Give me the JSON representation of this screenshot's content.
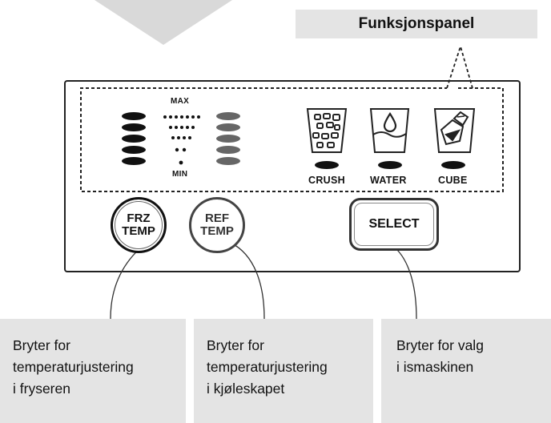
{
  "panel_title": "Funksjonspanel",
  "level_labels": {
    "max": "MAX",
    "min": "MIN"
  },
  "dispenser_modes": [
    {
      "label": "CRUSH",
      "icon": "crushed-ice-cup-icon"
    },
    {
      "label": "WATER",
      "icon": "water-glass-icon"
    },
    {
      "label": "CUBE",
      "icon": "ice-cube-glass-icon"
    }
  ],
  "buttons": {
    "frz": {
      "line1": "FRZ",
      "line2": "TEMP"
    },
    "ref": {
      "line1": "REF",
      "line2": "TEMP"
    },
    "select": "SELECT"
  },
  "descriptions": [
    {
      "lines": [
        "Bryter for",
        "temperaturjustering",
        "i fryseren"
      ]
    },
    {
      "lines": [
        "Bryter for",
        "temperaturjustering",
        "i kjøleskapet"
      ]
    },
    {
      "lines": [
        "Bryter for valg",
        "i ismaskinen"
      ]
    }
  ],
  "colors": {
    "callout_bg": "#e4e4e4",
    "arrow": "#d9d9d9",
    "ink": "#111111"
  }
}
